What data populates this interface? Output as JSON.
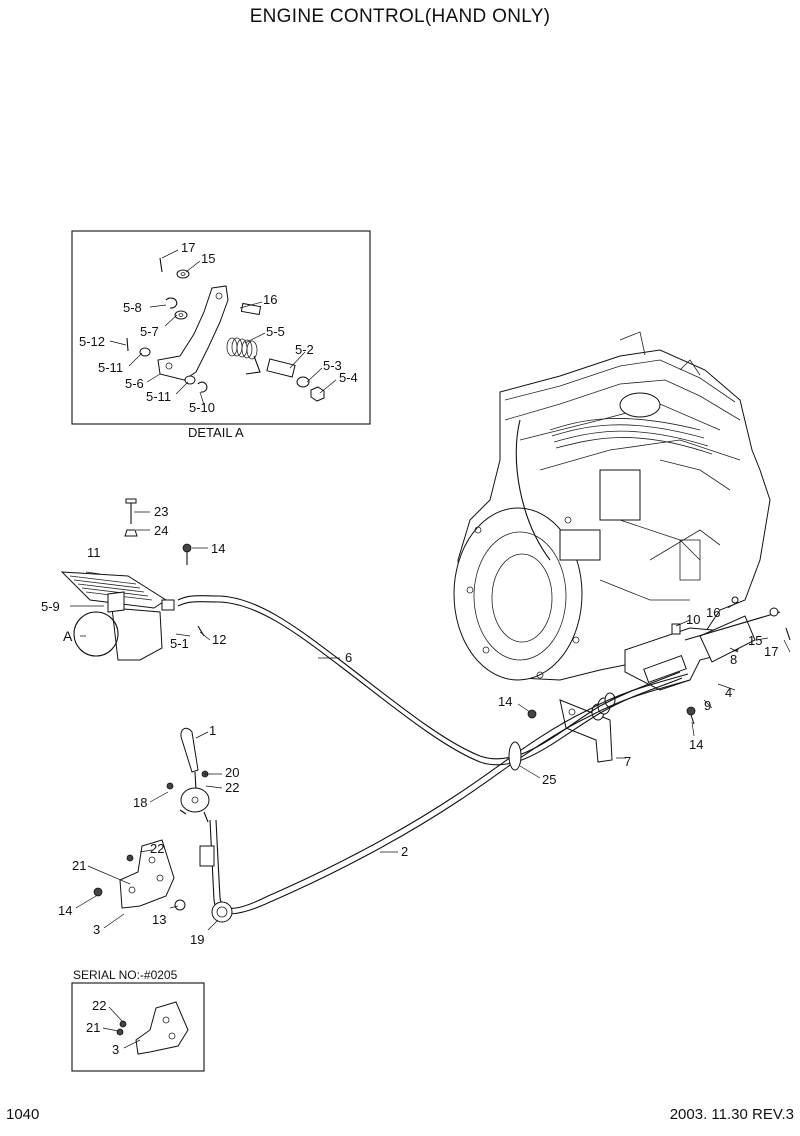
{
  "title": "ENGINE CONTROL(HAND ONLY)",
  "page_number": "1040",
  "revision_date": "2003. 11.30  REV.3",
  "detail_box": {
    "caption": "DETAIL A",
    "callouts": [
      "17",
      "15",
      "16",
      "5-8",
      "5-7",
      "5-5",
      "5-12",
      "5-2",
      "5-11",
      "5-3",
      "5-4",
      "5-6",
      "5-11",
      "5-10"
    ]
  },
  "serial_box": {
    "caption": "SERIAL NO:-#0205",
    "callouts": [
      "22",
      "21",
      "3"
    ]
  },
  "detail_marker": "A",
  "callouts": {
    "c23": "23",
    "c24": "24",
    "c14a": "14",
    "c11": "11",
    "c5_9": "5-9",
    "c12": "12",
    "c5_1": "5-1",
    "c6": "6",
    "c10": "10",
    "c16": "16",
    "c15": "15",
    "c17": "17",
    "c8": "8",
    "c4": "4",
    "c9": "9",
    "c14b": "14",
    "c14c": "14",
    "c7": "7",
    "c25": "25",
    "c1": "1",
    "c20": "20",
    "c22a": "22",
    "c18": "18",
    "c2": "2",
    "c22b": "22",
    "c21": "21",
    "c14d": "14",
    "c13": "13",
    "c3": "3",
    "c19": "19"
  }
}
